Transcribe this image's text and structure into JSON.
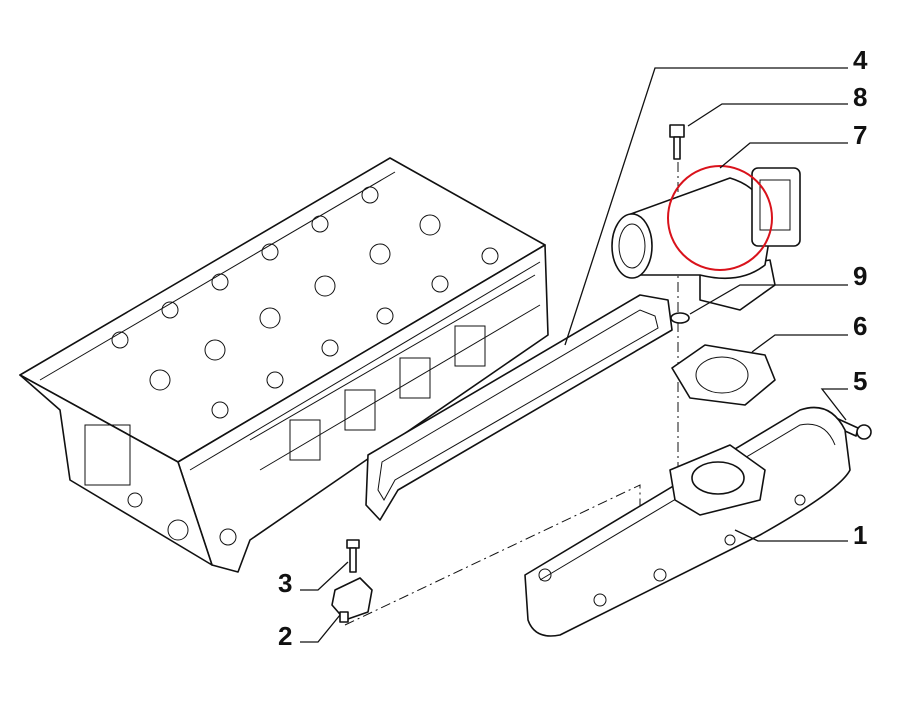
{
  "diagram": {
    "callouts": [
      {
        "id": "1",
        "label": "1"
      },
      {
        "id": "2",
        "label": "2"
      },
      {
        "id": "3",
        "label": "3"
      },
      {
        "id": "4",
        "label": "4"
      },
      {
        "id": "5",
        "label": "5"
      },
      {
        "id": "6",
        "label": "6"
      },
      {
        "id": "7",
        "label": "7"
      },
      {
        "id": "8",
        "label": "8"
      },
      {
        "id": "9",
        "label": "9"
      }
    ],
    "highlight_color": "#d9121b"
  }
}
